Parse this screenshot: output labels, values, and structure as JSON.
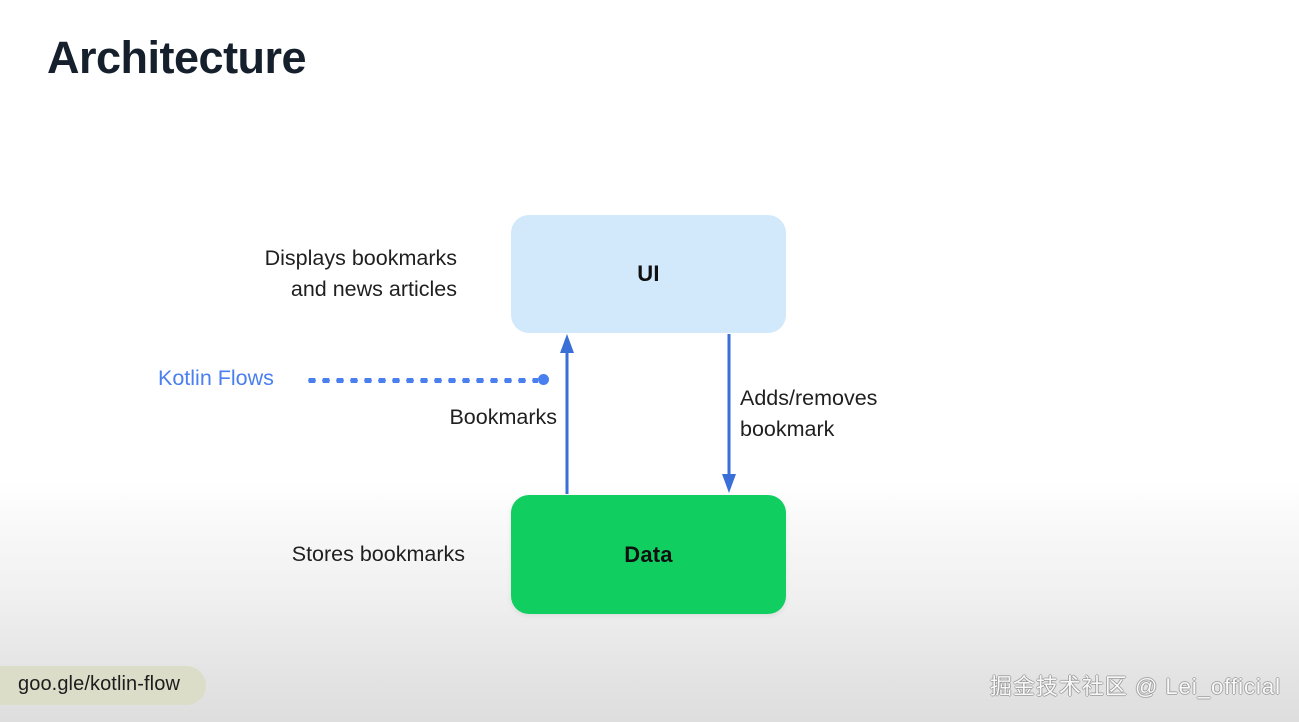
{
  "slide": {
    "title": "Architecture",
    "title_color": "#16202d",
    "background": "#ffffff"
  },
  "diagram": {
    "nodes": [
      {
        "id": "ui",
        "label": "UI",
        "fill": "#d2e8fb",
        "text_color": "#101010"
      },
      {
        "id": "data",
        "label": "Data",
        "fill": "#10cf60",
        "text_color": "#101010"
      }
    ],
    "annotations": {
      "displays_line1": "Displays bookmarks",
      "displays_line2": "and news articles",
      "stores": "Stores bookmarks",
      "bookmarks_edge_label": "Bookmarks",
      "adds_line1": "Adds/removes",
      "adds_line2": "bookmark"
    },
    "flows": {
      "label": "Kotlin Flows",
      "color": "#4a7ff0",
      "leader": "dotted-line-with-end-dot"
    },
    "edges": [
      {
        "id": "data-to-ui",
        "from": "data",
        "to": "ui",
        "direction": "up",
        "label": "Bookmarks",
        "color": "#3a6fd8"
      },
      {
        "id": "ui-to-data",
        "from": "ui",
        "to": "data",
        "direction": "down",
        "label": "Adds/removes bookmark",
        "color": "#3a6fd8"
      }
    ]
  },
  "footer": {
    "link_label": "goo.gle/kotlin-flow",
    "link_pill_color": "#dcddc8",
    "watermark": "掘金技术社区 @ Lei_official"
  }
}
